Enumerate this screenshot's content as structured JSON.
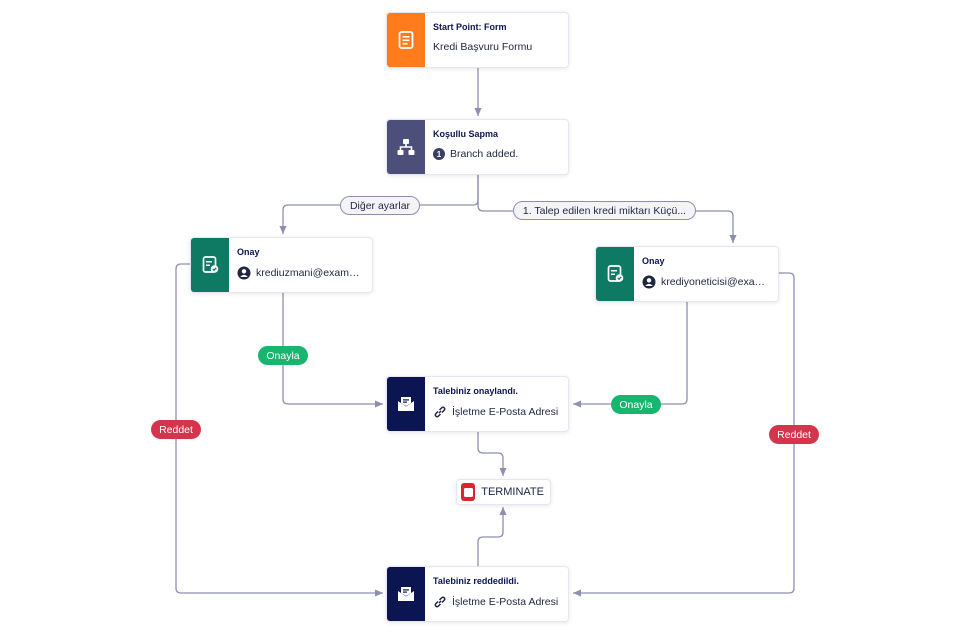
{
  "colors": {
    "edge": "#8e8fb0",
    "form_icon_bg": "#ff7b1c",
    "condition_icon_bg": "#4b4f7a",
    "approval_icon_bg": "#0e7a63",
    "email_icon_bg": "#0a1551",
    "approve_pill": "#18b56e",
    "reject_pill": "#d6344d",
    "terminate": "#d9262e"
  },
  "nodes": {
    "start": {
      "title": "Start Point: Form",
      "subtitle": "Kredi Başvuru Formu",
      "icon": "form-document-icon"
    },
    "condition": {
      "title": "Koşullu Sapma",
      "branch_count": "1",
      "subtitle": "Branch added.",
      "icon": "branch-tree-icon"
    },
    "approval_left": {
      "title": "Onay",
      "assignee": "krediuzmani@example.com",
      "icon": "approval-check-icon"
    },
    "approval_right": {
      "title": "Onay",
      "assignee": "krediyoneticisi@example.com",
      "icon": "approval-check-icon"
    },
    "email_approved": {
      "title": "Talebiniz onaylandı.",
      "recipient": "İşletme E-Posta Adresi",
      "icon": "envelope-icon"
    },
    "email_rejected": {
      "title": "Talebiniz reddedildi.",
      "recipient": "İşletme E-Posta Adresi",
      "icon": "envelope-icon"
    },
    "terminate": {
      "label": "TERMINATE",
      "icon": "stop-square-icon"
    }
  },
  "branches": {
    "other": "Diğer ayarlar",
    "condition_1": "1. Talep edilen kredi miktarı Küçü..."
  },
  "edge_labels": {
    "approve_left": "Onayla",
    "approve_right": "Onayla",
    "reject_left": "Reddet",
    "reject_right": "Reddet"
  }
}
